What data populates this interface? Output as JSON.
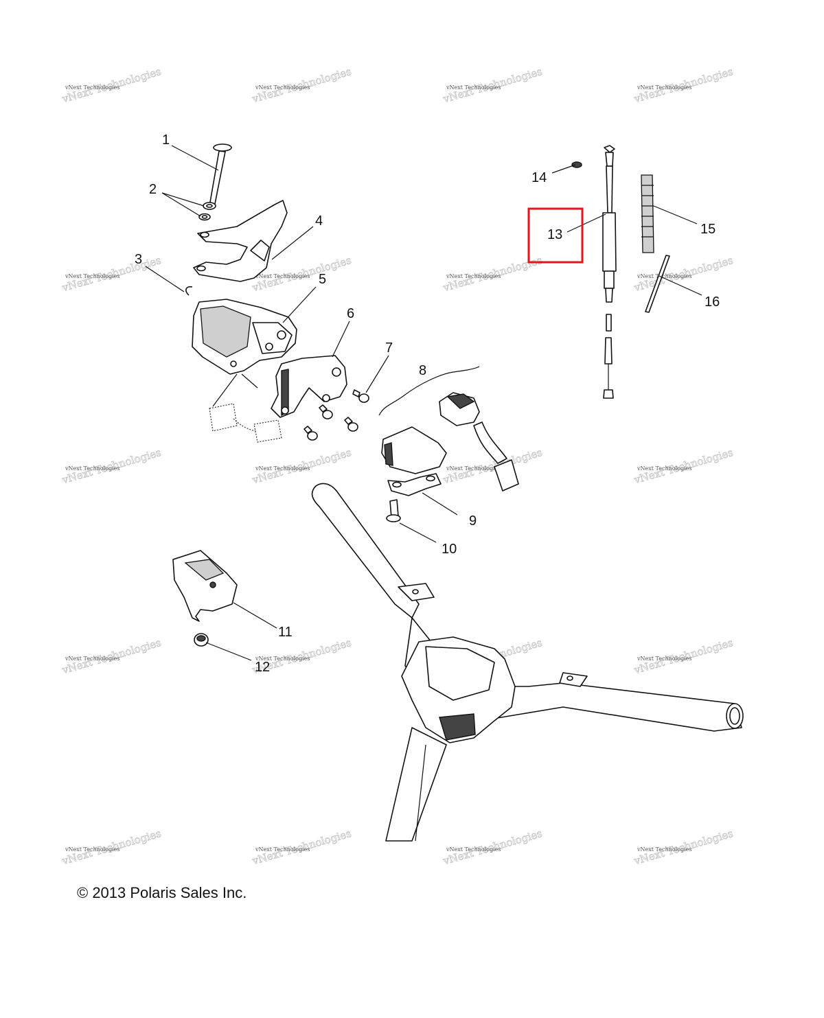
{
  "diagram": {
    "highlight_color": "#e8141c",
    "highlighted_callout": "13",
    "callouts": [
      "1",
      "2",
      "3",
      "4",
      "5",
      "6",
      "7",
      "8",
      "9",
      "10",
      "11",
      "12",
      "13",
      "14",
      "15",
      "16"
    ],
    "watermark": {
      "line1": "vNext Technologies",
      "line2": "vNext Technologies"
    },
    "copyright": "© 2013 Polaris Sales Inc."
  }
}
